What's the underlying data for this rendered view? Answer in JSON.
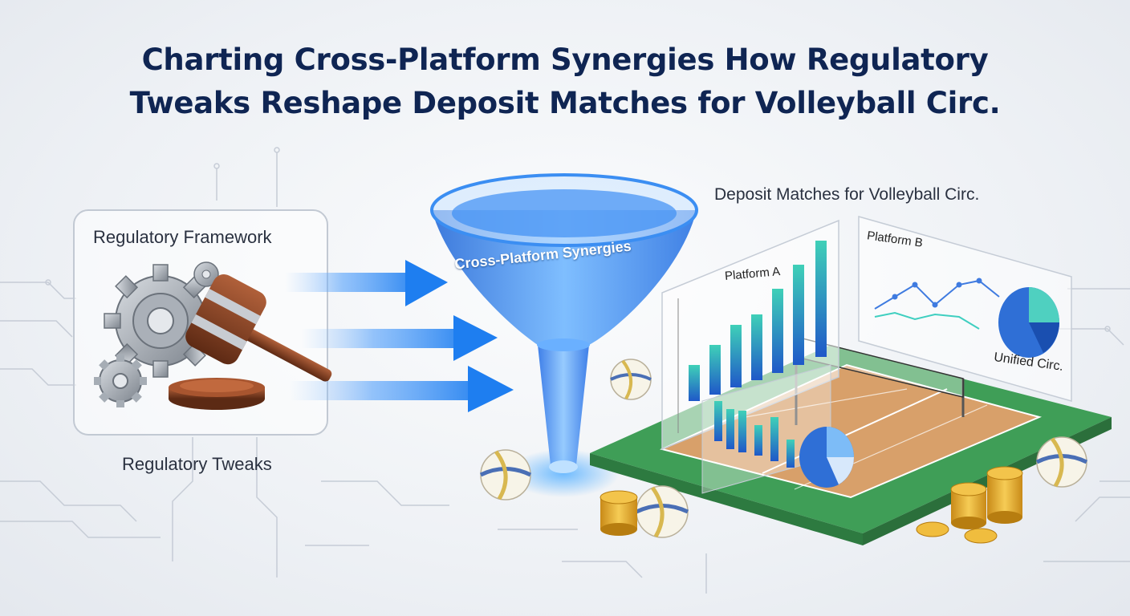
{
  "title": {
    "line1": "Charting Cross-Platform Synergies How Regulatory",
    "line2": "Tweaks Reshape Deposit Matches for Volleyball Circ."
  },
  "labels": {
    "regulatory_framework": "Regulatory Framework",
    "regulatory_tweaks": "Regulatory Tweaks",
    "funnel": "Cross-Platform Synergies",
    "deposit_matches": "Deposit Matches for Volleyball Circ.",
    "platform_a": "Platform A",
    "platform_b": "Platform B",
    "unified": "Unified Circ."
  },
  "icons": [
    "gear-icon",
    "gavel-icon",
    "arrow-icon",
    "funnel-icon",
    "bar-chart-icon",
    "line-chart-icon",
    "pie-chart-icon",
    "volleyball-icon",
    "coin-stack-icon",
    "volleyball-court-icon"
  ],
  "colors": {
    "title": "#0f2553",
    "arrow_blue": "#1e7ef0",
    "funnel_blue": "#2f8df5",
    "court_green": "#3f9e57",
    "court_orange": "#d8a06a",
    "coin_gold": "#e0a82a"
  }
}
